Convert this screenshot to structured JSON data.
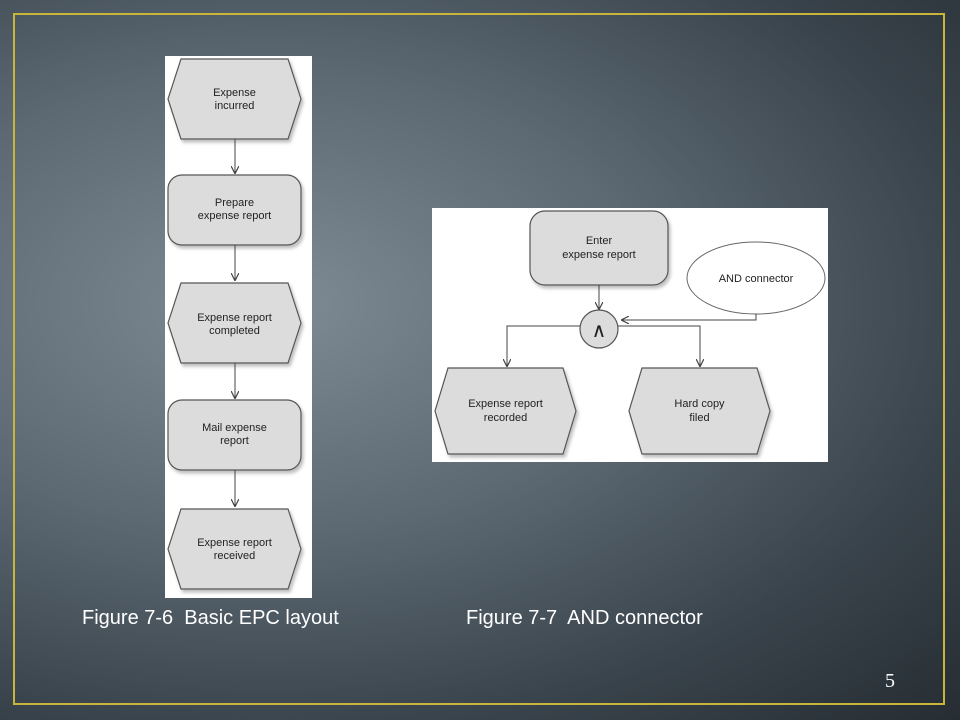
{
  "figure1": {
    "caption": "Figure 7-6  Basic EPC layout",
    "steps": [
      {
        "kind": "event",
        "line1": "Expense",
        "line2": "incurred"
      },
      {
        "kind": "function",
        "line1": "Prepare",
        "line2": "expense report"
      },
      {
        "kind": "event",
        "line1": "Expense report",
        "line2": "completed"
      },
      {
        "kind": "function",
        "line1": "Mail expense",
        "line2": "report"
      },
      {
        "kind": "event",
        "line1": "Expense report",
        "line2": "received"
      }
    ]
  },
  "figure2": {
    "caption": "Figure 7-7  AND connector",
    "function": {
      "line1": "Enter",
      "line2": "expense report"
    },
    "annotation": "AND connector",
    "connector_symbol": "∧",
    "event_left": {
      "line1": "Expense report",
      "line2": "recorded"
    },
    "event_right": {
      "line1": "Hard copy",
      "line2": "filed"
    }
  },
  "page_number": "5",
  "colors": {
    "frame": "#c9b53a",
    "shape_fill": "#dcdcdc",
    "shape_stroke": "#555555",
    "caption_text": "#ffffff"
  }
}
